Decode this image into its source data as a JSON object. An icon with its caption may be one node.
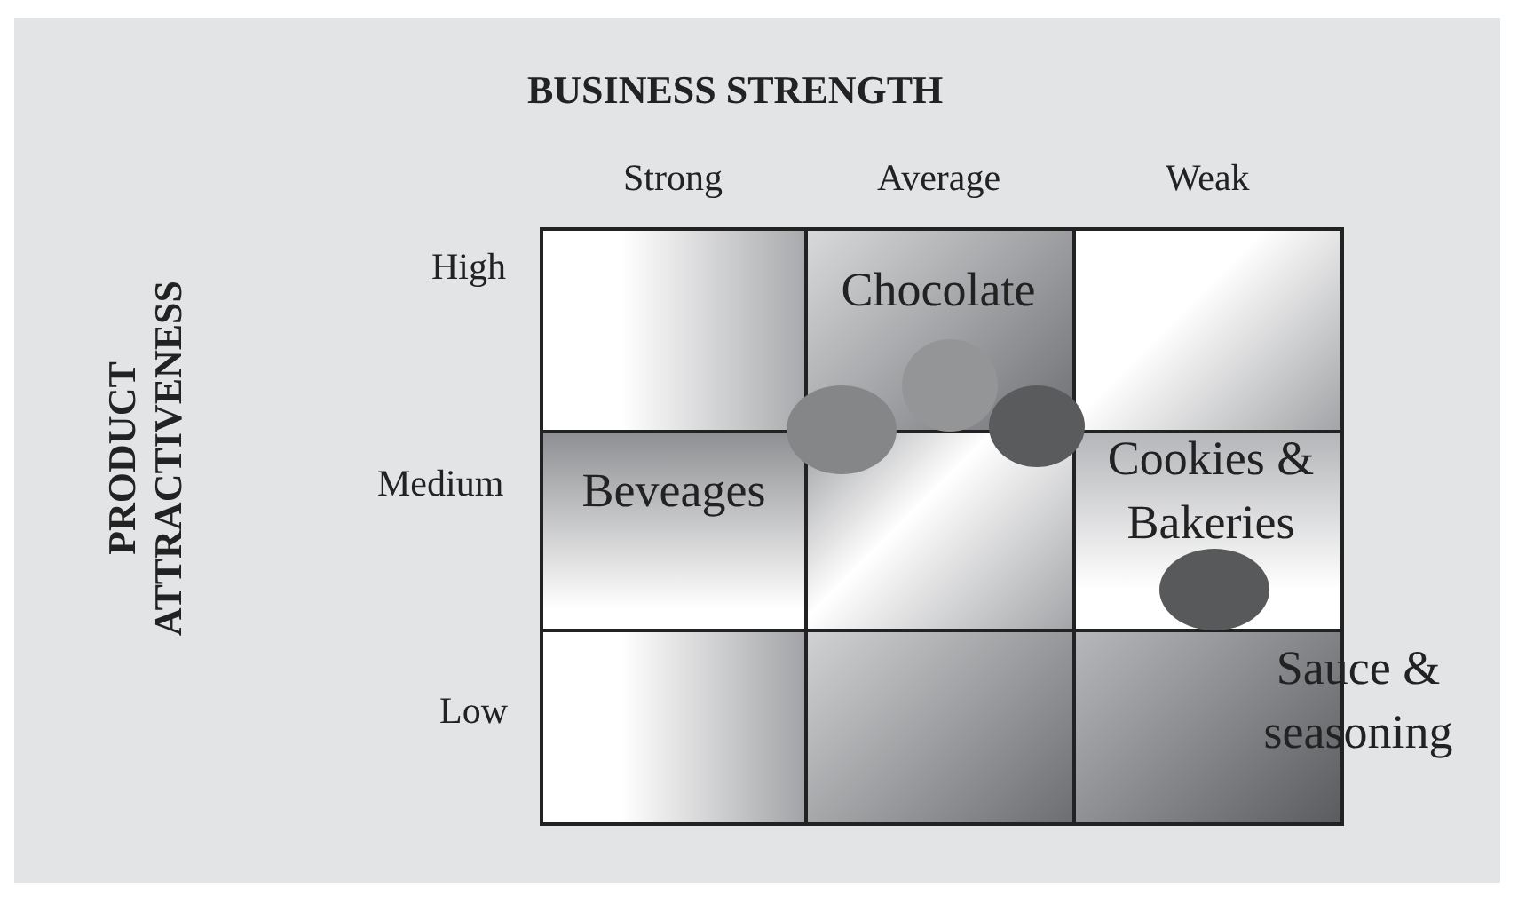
{
  "diagram": {
    "title": "BUSINESS STRENGTH",
    "nodes": [
      {
        "text": [],
        "shape": "box"
      },
      {
        "text": [
          "Chocolate"
        ]
      },
      {
        "text": [],
        "shape": "box"
      },
      {
        "text": [
          "Beveages"
        ]
      },
      {
        "text": [],
        "shape": "box"
      },
      {
        "text": [
          "Cookies & Bakeries"
        ]
      },
      {
        "text": [],
        "shape": "box"
      },
      {
        "text": [],
        "shape": "box"
      },
      {
        "text": [
          "Sauce & seasoning"
        ]
      }
    ],
    "labels": [
      "Strong",
      "Average",
      "Weak",
      "PRODUCT ATTRACTIVENESS",
      "High",
      "Medium",
      "Low"
    ]
  }
}
